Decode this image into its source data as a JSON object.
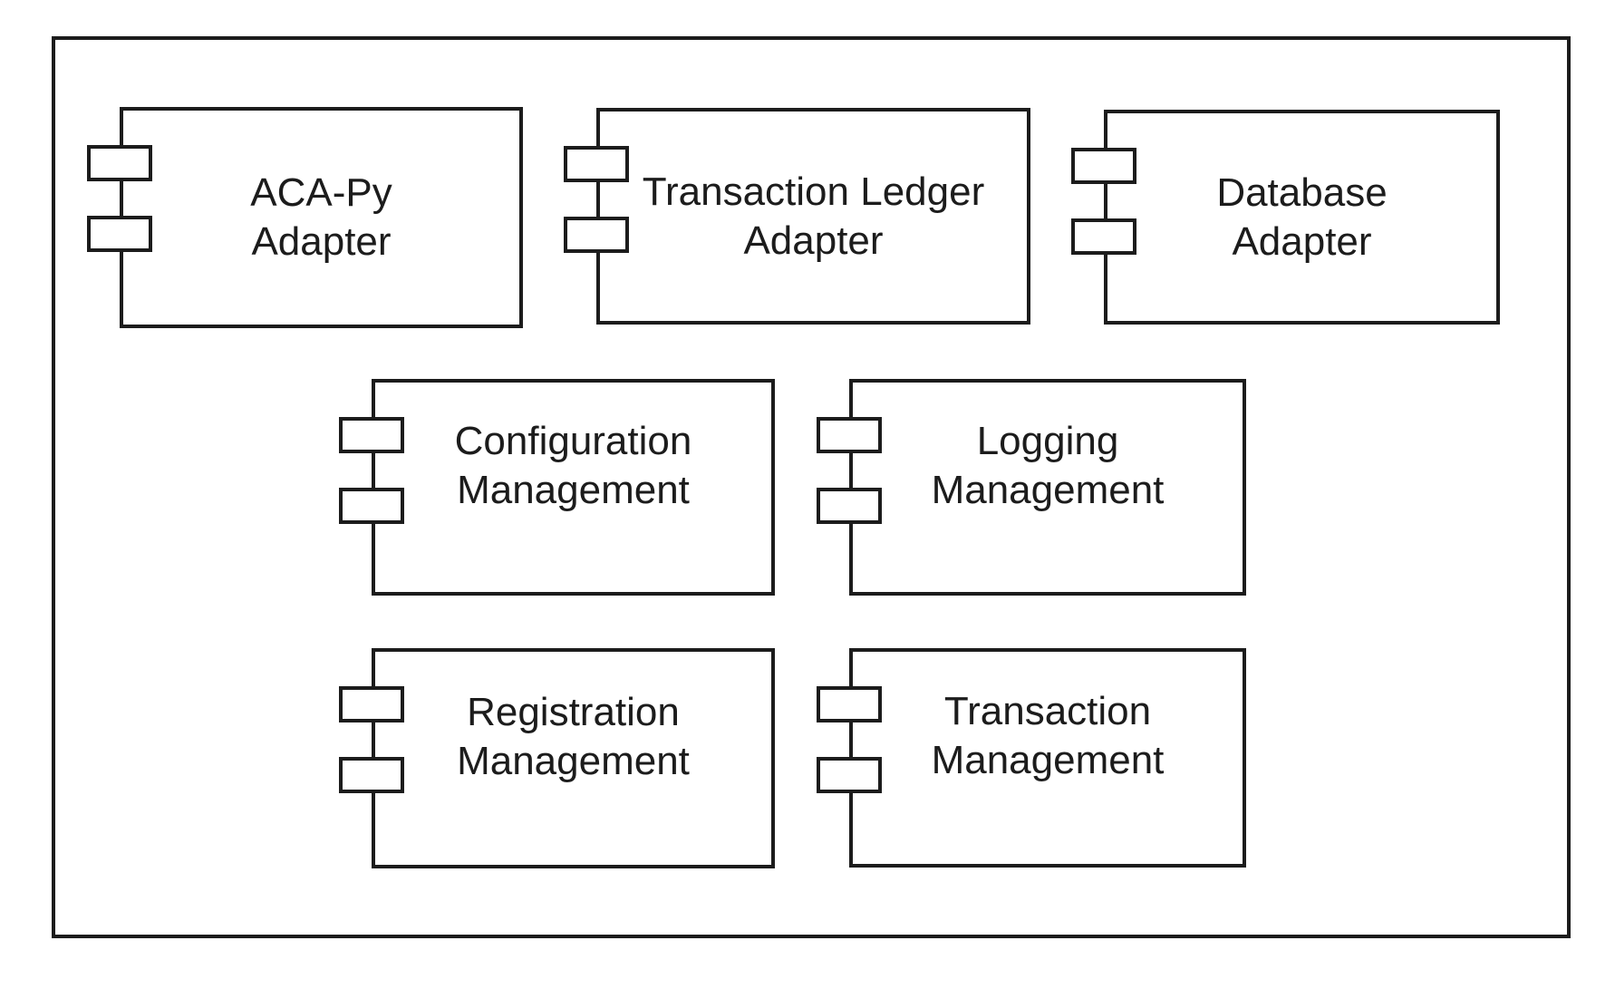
{
  "colors": {
    "ink": "#1c1c1c",
    "background": "#ffffff"
  },
  "diagram": {
    "components": [
      {
        "name": "ACA-Py Adapter",
        "lines": [
          "ACA-Py",
          "Adapter"
        ]
      },
      {
        "name": "Transaction Ledger Adapter",
        "lines": [
          "Transaction Ledger",
          "Adapter"
        ]
      },
      {
        "name": "Database Adapter",
        "lines": [
          "Database",
          "Adapter"
        ]
      },
      {
        "name": "Configuration Management",
        "lines": [
          "Configuration",
          "Management"
        ]
      },
      {
        "name": "Logging Management",
        "lines": [
          "Logging",
          "Management"
        ]
      },
      {
        "name": "Registration Management",
        "lines": [
          "Registration",
          "Management"
        ]
      },
      {
        "name": "Transaction Management",
        "lines": [
          "Transaction",
          "Management"
        ]
      }
    ]
  }
}
